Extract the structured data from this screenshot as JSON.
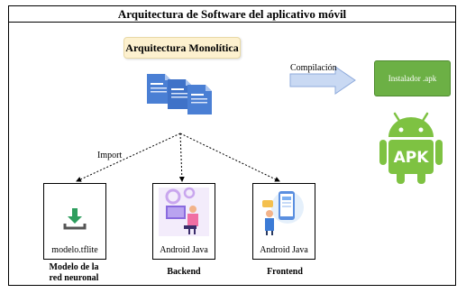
{
  "title": "Arquitectura de Software del aplicativo móvil",
  "architecture_label": "Arquitectura Monolítica",
  "compile_label": "Compilación",
  "installer_label": "Instalador .apk",
  "import_label": "Import",
  "apk_text": "APK",
  "modules": [
    {
      "caption": "modelo.tflite",
      "label_lines": [
        "Modelo de la",
        "red neuronal"
      ]
    },
    {
      "caption": "Android Java",
      "label_lines": [
        "Backend"
      ]
    },
    {
      "caption": "Android Java",
      "label_lines": [
        "Frontend"
      ]
    }
  ],
  "colors": {
    "arch_box_bg": "#fdf1cf",
    "compile_arrow": "#c9d9f3",
    "installer_bg": "#6cb045",
    "android_green": "#7ec242",
    "doc_blue": "#4a7fd4"
  },
  "icons": [
    "document-stack-icon",
    "download-icon",
    "backend-developer-illustration",
    "frontend-phone-illustration",
    "android-apk-icon"
  ]
}
